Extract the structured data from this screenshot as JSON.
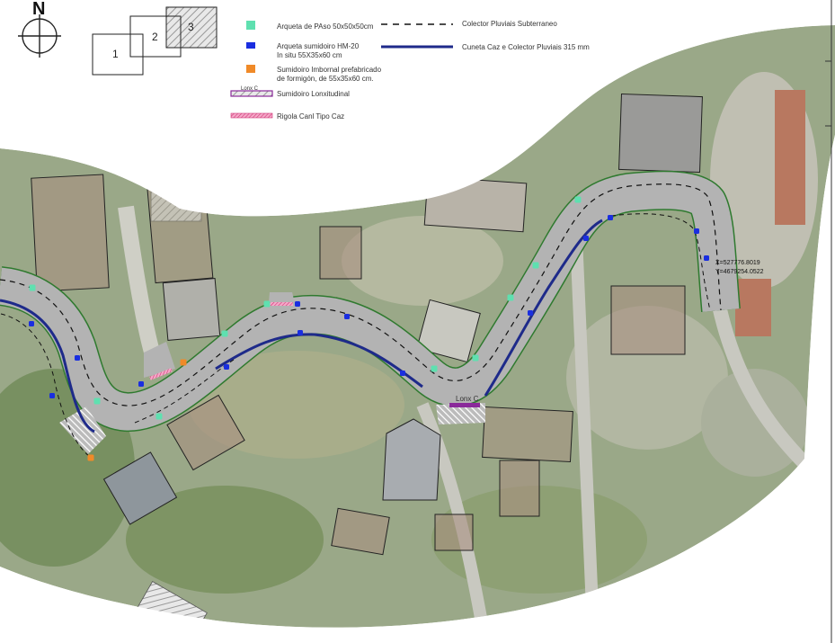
{
  "north_arrow": {
    "label": "N"
  },
  "sheet_key": {
    "sheets": [
      "1",
      "2",
      "3"
    ],
    "current": "3"
  },
  "legend": {
    "items": [
      {
        "label": "Arqueta de PAso 50x50x50cm",
        "color": "#5fe0b0"
      },
      {
        "label_line1": "Arqueta sumidoiro HM-20",
        "label_line2": "In situ 55X35x60 cm",
        "color": "#1a2ee0"
      },
      {
        "label_line1": "Sumidoiro  Imbornal prefabricado",
        "label_line2": "de formigón, de 55x35x60 cm.",
        "color": "#f08a28"
      },
      {
        "label": "Sumidoiro Lonxitudinal",
        "tag": "Lonx C",
        "color": "#8a2a9a"
      },
      {
        "label": "Rigola Canl Tipo Caz",
        "color": "#e0508a"
      }
    ],
    "lines": [
      {
        "label": "Colector Pluviais Subterraneo"
      },
      {
        "label": "Cuneta Caz e Colector Pluviais 315 mm",
        "color": "#1e2a8a"
      }
    ]
  },
  "map": {
    "lonx_label": "Lonx C",
    "coordinates": {
      "x": "X=527776.8019",
      "y": "Y=4679254.0522"
    }
  }
}
